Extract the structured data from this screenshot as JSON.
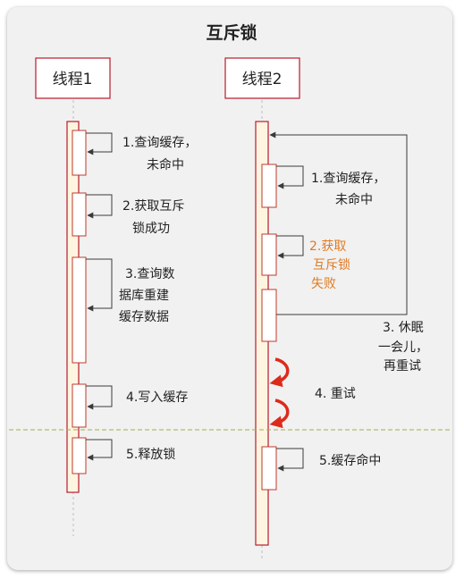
{
  "title": "互斥锁",
  "thread1": {
    "label": "线程1",
    "steps": [
      {
        "line1": "1.查询缓存，",
        "line2": "未命中",
        "line3": ""
      },
      {
        "line1": "2.获取互斥",
        "line2": "锁成功",
        "line3": ""
      },
      {
        "line1": "3.查询数",
        "line2": "据库重建",
        "line3": "缓存数据"
      },
      {
        "line1": "4.写入缓存",
        "line2": "",
        "line3": ""
      },
      {
        "line1": "5.释放锁",
        "line2": "",
        "line3": ""
      }
    ]
  },
  "thread2": {
    "label": "线程2",
    "steps": [
      {
        "line1": "1.查询缓存，",
        "line2": "未命中",
        "line3": ""
      },
      {
        "line1": "2.获取",
        "line2": "互斥锁",
        "line3": "失败"
      },
      {
        "line1": "3. 休眠",
        "line2": "一会儿，",
        "line3": "再重试"
      },
      {
        "line1": "4. 重试",
        "line2": "",
        "line3": ""
      },
      {
        "line1": "5.缓存命中",
        "line2": "",
        "line3": ""
      }
    ]
  },
  "colors": {
    "lifeline_fill": "#fdf5e0",
    "lifeline_stroke": "#b81c2d",
    "box_stroke": "#c0392b",
    "retry_arrow": "#dd2a1b",
    "failure_text": "#e07a22",
    "divider": "#a5ad4d"
  }
}
